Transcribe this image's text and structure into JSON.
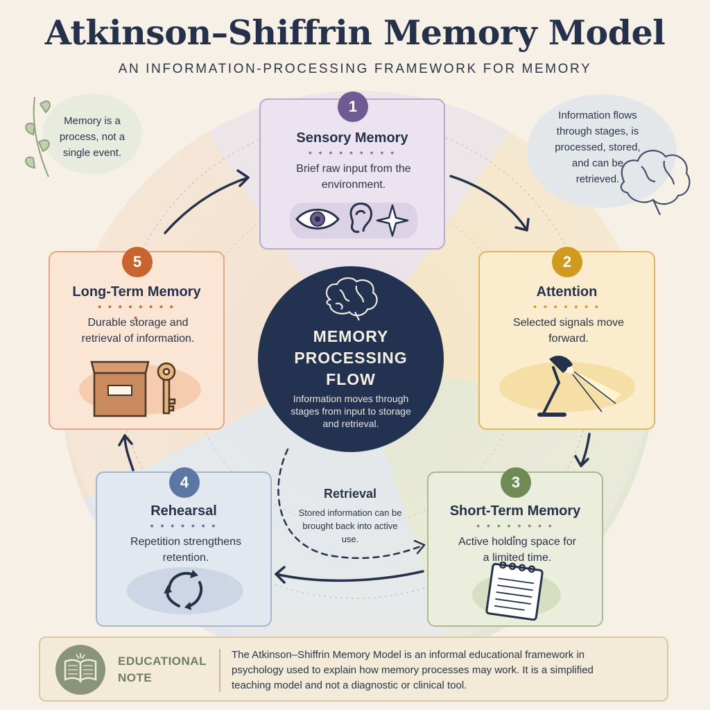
{
  "title": "Atkinson–Shiffrin Memory Model",
  "subtitle": "AN INFORMATION-PROCESSING FRAMEWORK FOR MEMORY",
  "side_notes": {
    "left": "Memory is a process, not a single event.",
    "right": "Information flows through stages, is processed, stored, and can be retrieved."
  },
  "stages": [
    {
      "number": "1",
      "title": "Sensory Memory",
      "description": "Brief raw input from the environment.",
      "color": "#6f5a92"
    },
    {
      "number": "2",
      "title": "Attention",
      "description": "Selected signals move forward.",
      "color": "#cf9a1e"
    },
    {
      "number": "3",
      "title": "Short-Term Memory",
      "description": "Active holding space for a limited time.",
      "color": "#6e8a55"
    },
    {
      "number": "4",
      "title": "Rehearsal",
      "description": "Repetition strengthens retention.",
      "color": "#5c77a3"
    },
    {
      "number": "5",
      "title": "Long-Term Memory",
      "description": "Durable storage and retrieval of information.",
      "color": "#c8642f"
    }
  ],
  "center": {
    "title": "MEMORY PROCESSING FLOW",
    "text": "Information moves through stages from input to storage and retrieval."
  },
  "retrieval": {
    "title": "Retrieval",
    "text": "Stored information can be brought back into active use."
  },
  "educational_note": {
    "label": "EDUCATIONAL NOTE",
    "text": "The Atkinson–Shiffrin Memory Model is an informal educational framework in psychology used to explain how memory processes may work. It is a simplified teaching model and not a diagnostic or clinical tool."
  },
  "icons": [
    "eye-icon",
    "ear-icon",
    "sparkle-icon",
    "desk-lamp-icon",
    "notepad-icon",
    "cycle-arrows-icon",
    "storage-box-icon",
    "key-icon",
    "brain-icon",
    "open-book-icon",
    "leaf-sprig-icon"
  ]
}
